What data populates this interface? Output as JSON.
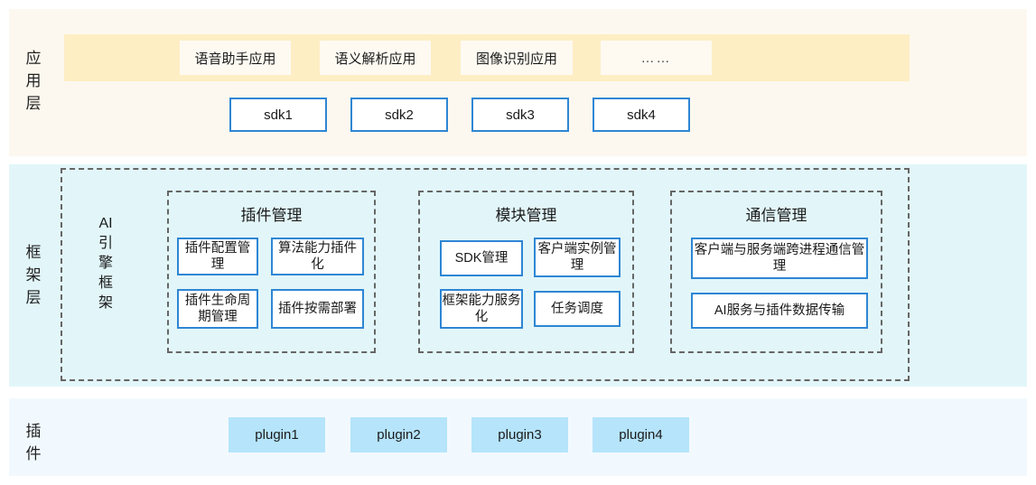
{
  "layers": [
    {
      "id": "application",
      "label": "应用层",
      "label_chars": [
        "应",
        "用",
        "层"
      ],
      "background": "#fdf8ef",
      "band_color": "#fdeec4",
      "applications": [
        "语音助手应用",
        "语义解析应用",
        "图像识别应用",
        "……"
      ],
      "sdks": [
        "sdk1",
        "sdk2",
        "sdk3",
        "sdk4"
      ]
    },
    {
      "id": "framework",
      "label": "框架层",
      "label_chars": [
        "框",
        "架",
        "层"
      ],
      "background": "#e2f6f9",
      "frame_name": "AI引擎框架",
      "frame_name_chars": [
        "AI",
        "引",
        "擎",
        "框",
        "架"
      ],
      "groups": [
        {
          "title": "插件管理",
          "cells": [
            "插件配置管理",
            "算法能力插件化",
            "插件生命周期管理",
            "插件按需部署"
          ]
        },
        {
          "title": "模块管理",
          "cells": [
            "SDK管理",
            "客户端实例管理",
            "框架能力服务化",
            "任务调度"
          ]
        },
        {
          "title": "通信管理",
          "cells": [
            "客户端与服务端跨进程通信管理",
            "AI服务与插件数据传输"
          ]
        }
      ]
    },
    {
      "id": "plugin",
      "label": "插件",
      "label_chars": [
        "插",
        "件"
      ],
      "background": "#f2f9fe",
      "plugins": [
        "plugin1",
        "plugin2",
        "plugin3",
        "plugin4"
      ]
    }
  ],
  "colors": {
    "box_border_blue": "#2e86d4",
    "dashed_border_gray": "#666666",
    "plugin_fill": "#b5e4fb",
    "app_box_fill": "#fefaf2",
    "app_band": "#fdeec4",
    "app_layer_bg": "#fdf8ef",
    "framework_layer_bg": "#e2f6f9",
    "plugin_layer_bg": "#f2f9fe"
  }
}
